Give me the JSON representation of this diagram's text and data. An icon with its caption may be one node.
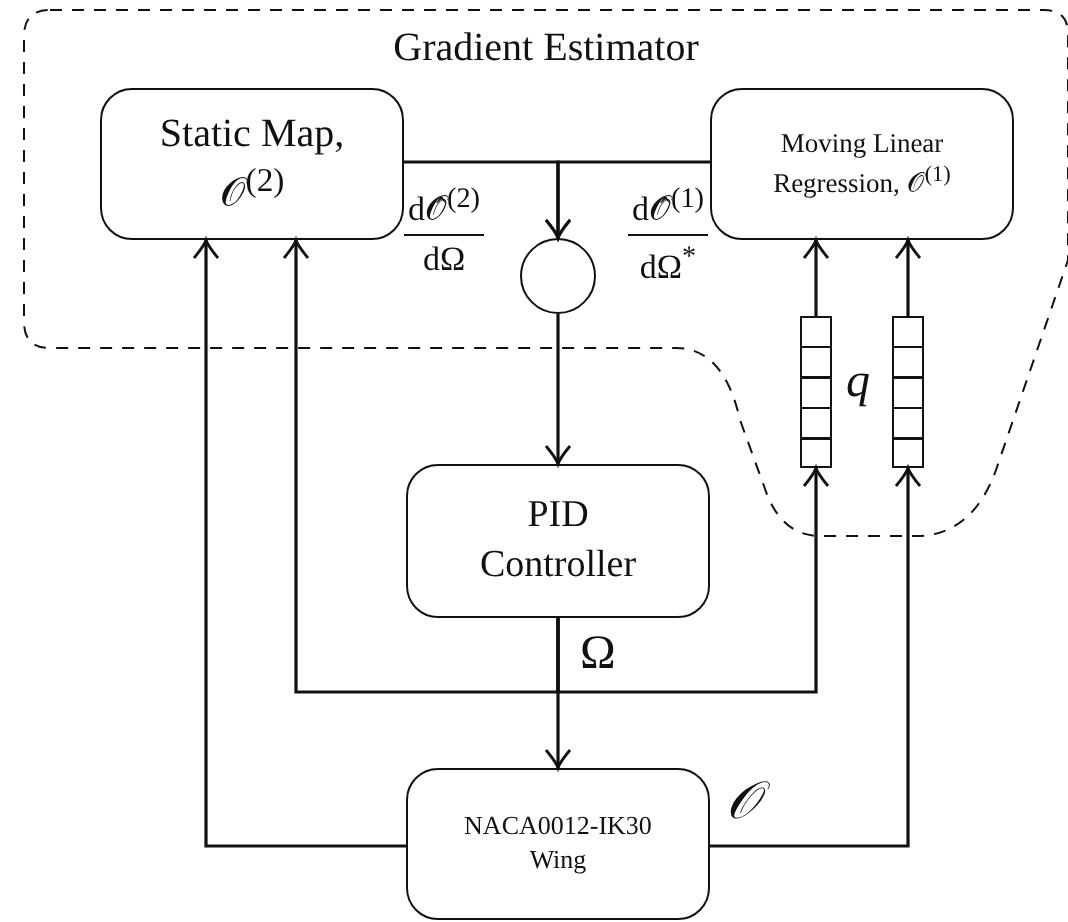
{
  "diagram": {
    "nodes": [
      {
        "text": [
          "Gradient Estimator"
        ]
      },
      {
        "text": [
          "Static Map, 𝒪$^{(2)}$"
        ],
        "in": 0
      },
      {
        "text": [
          "Moving Linear Regression, 𝒪$^{(1)}$"
        ],
        "in": 0
      },
      {
        "text": [],
        "shape": "circle",
        "in": 0
      },
      {
        "text": [],
        "shape": "bar",
        "in": 0
      },
      {
        "text": [],
        "shape": "bar",
        "in": 0
      },
      {
        "text": [
          "PID Controller"
        ]
      },
      {
        "text": [
          "NACA0012-IK30 Wing"
        ],
        "beside": [
          "𝒪"
        ]
      }
    ],
    "edges": [
      {
        "from": 1,
        "to": 3,
        "arrow": "to"
      },
      {
        "from": 2,
        "to": 3,
        "arrow": "to"
      },
      {
        "from": 3,
        "to": 6,
        "arrow": "to"
      },
      {
        "from": 6,
        "to": 7,
        "arrow": "to",
        "label": "Ω"
      },
      {
        "from": 6,
        "to": 1,
        "arrow": "to"
      },
      {
        "from": 6,
        "to": 4,
        "arrow": "to"
      },
      {
        "from": 7,
        "to": 1,
        "arrow": "to"
      },
      {
        "from": 7,
        "to": 5,
        "arrow": "to"
      },
      {
        "from": 4,
        "to": 2,
        "arrow": "to"
      },
      {
        "from": 5,
        "to": 2,
        "arrow": "to"
      }
    ],
    "labels": [
      "d𝒪̂$^{(2)}$",
      "dΩ",
      "d𝒪̂$^{(1)}$",
      "dΩ$^{*}$",
      "q"
    ]
  }
}
